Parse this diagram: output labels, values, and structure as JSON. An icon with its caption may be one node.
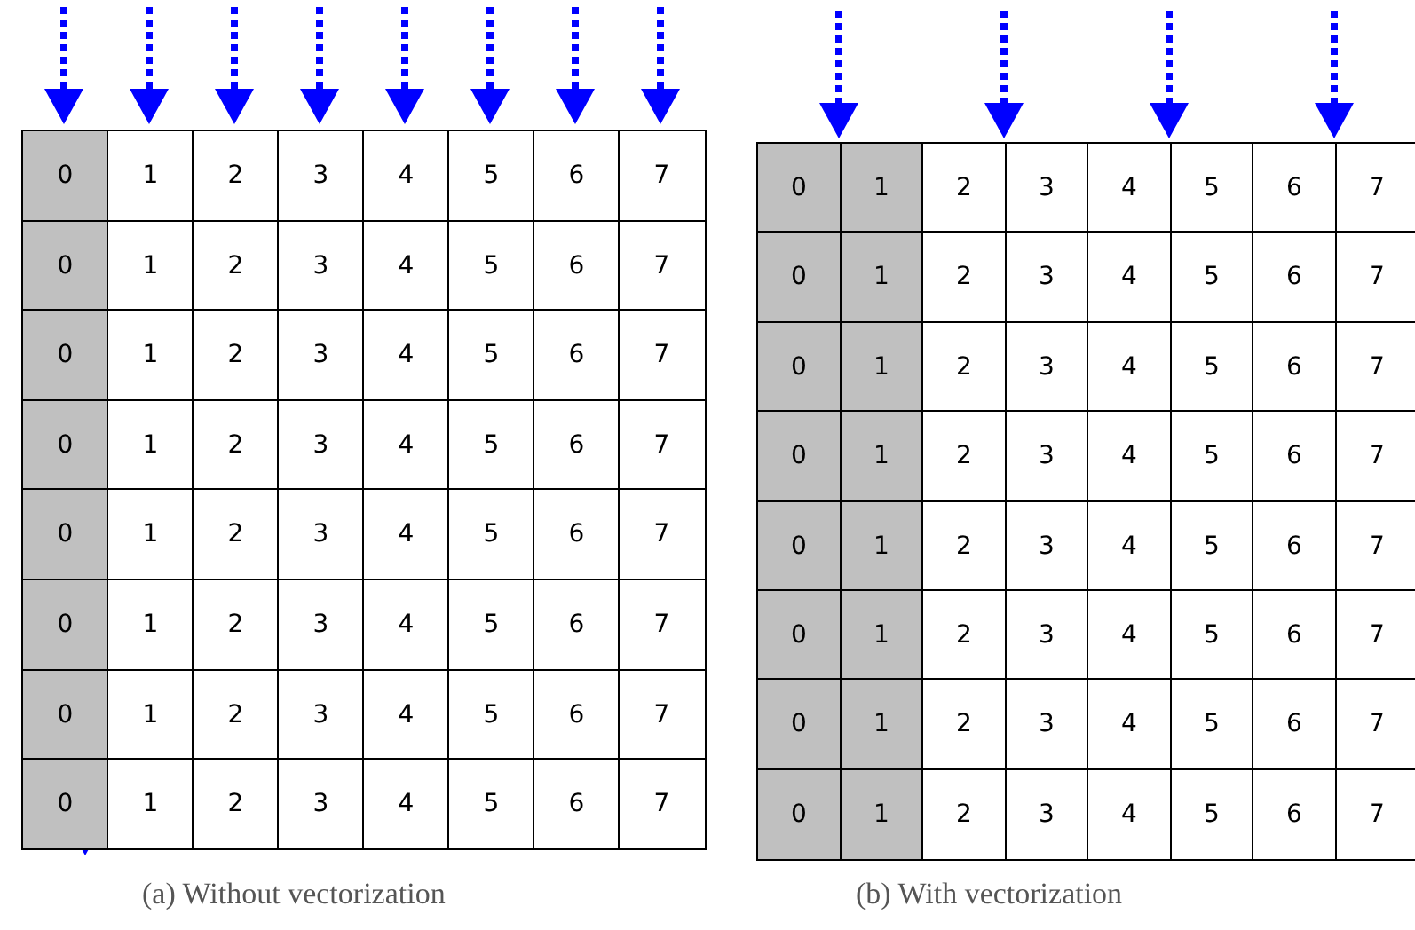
{
  "diagram": {
    "labels": [
      "0",
      "1",
      "2",
      "3",
      "4",
      "5",
      "6",
      "7",
      "0",
      "1",
      "2",
      "3",
      "4",
      "5",
      "6",
      "7",
      "0",
      "1",
      "2",
      "3",
      "4",
      "5",
      "6",
      "7",
      "0",
      "1",
      "2",
      "3",
      "4",
      "5",
      "6",
      "7",
      "0",
      "1",
      "2",
      "3",
      "4",
      "5",
      "6",
      "7",
      "0",
      "1",
      "2",
      "3",
      "4",
      "5",
      "6",
      "7",
      "0",
      "1",
      "2",
      "3",
      "4",
      "5",
      "6",
      "7",
      "0",
      "1",
      "2",
      "3",
      "4",
      "5",
      "6",
      "7",
      "(a) Without vectorization",
      "0",
      "1",
      "2",
      "3",
      "4",
      "5",
      "6",
      "7",
      "0",
      "1",
      "2",
      "3",
      "4",
      "5",
      "6",
      "7",
      "0",
      "1",
      "2",
      "3",
      "4",
      "5",
      "6",
      "7",
      "0",
      "1",
      "2",
      "3",
      "4",
      "5",
      "6",
      "7",
      "0",
      "1",
      "2",
      "3",
      "4",
      "5",
      "6",
      "7",
      "0",
      "1",
      "2",
      "3",
      "4",
      "5",
      "6",
      "7",
      "0",
      "1",
      "2",
      "3",
      "4",
      "5",
      "6",
      "7",
      "0",
      "1",
      "2",
      "3",
      "4",
      "5",
      "6",
      "7",
      "(b) With vectorization"
    ]
  }
}
